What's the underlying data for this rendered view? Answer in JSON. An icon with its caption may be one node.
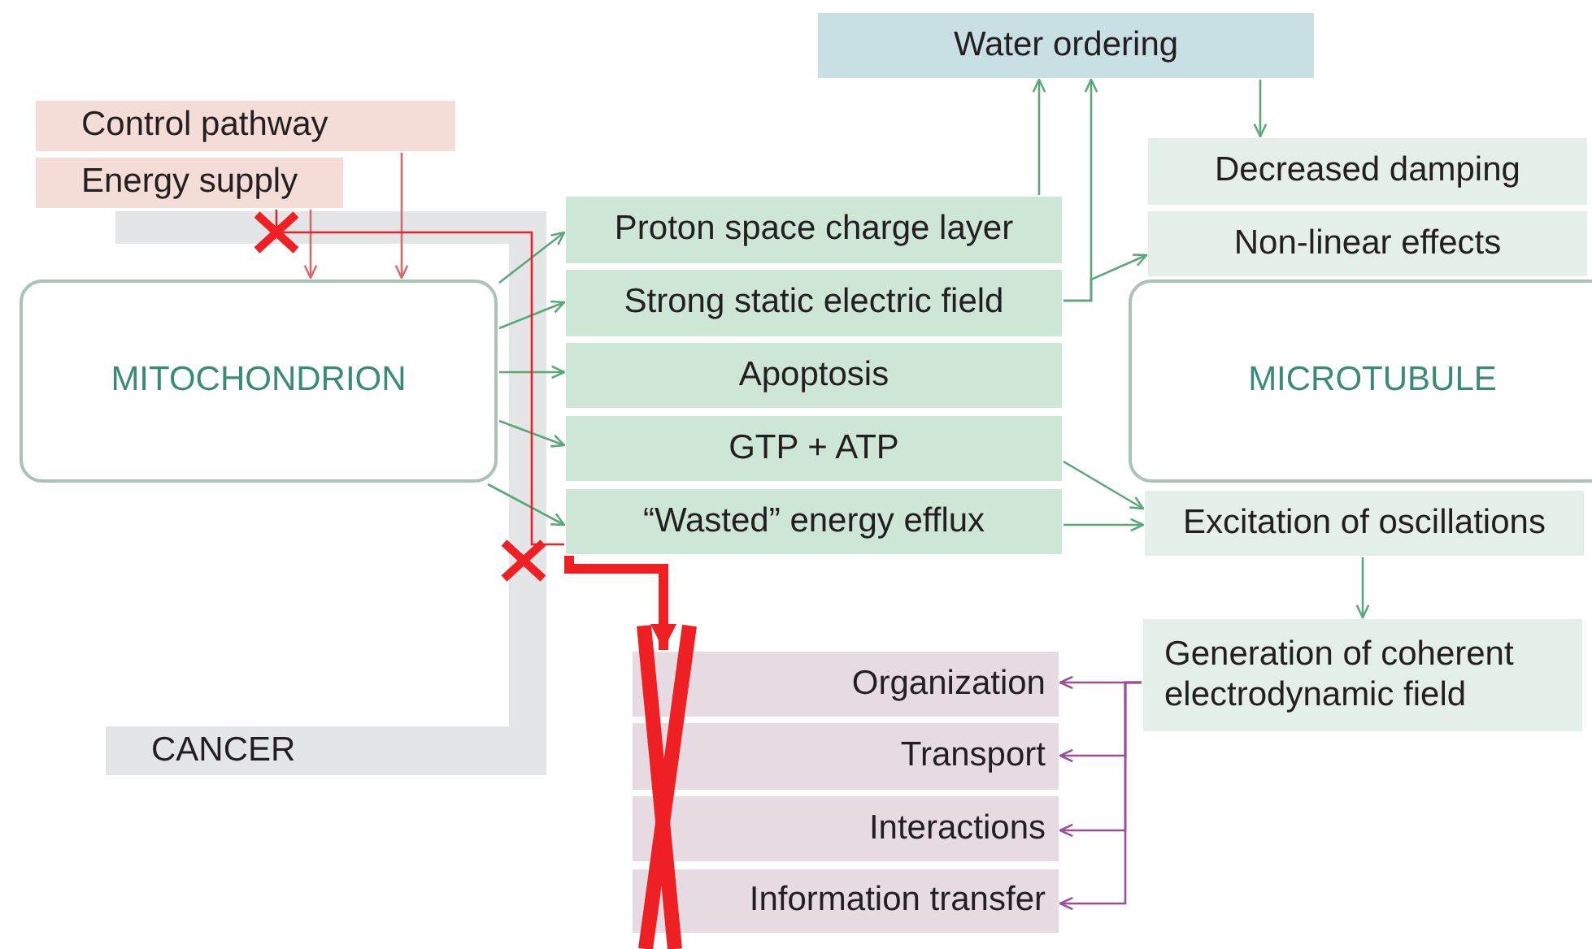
{
  "diagram": {
    "nodes": [
      {
        "text": [
          "Control pathway"
        ]
      },
      {
        "text": [
          "Energy supply"
        ]
      },
      {
        "text": [
          "MITOCHONDRION"
        ]
      },
      {
        "text": [
          "CANCER"
        ]
      },
      {
        "text": [
          "Water ordering"
        ]
      },
      {
        "text": [
          "Proton space charge layer"
        ]
      },
      {
        "text": [
          "Strong static electric field"
        ]
      },
      {
        "text": [
          "Apoptosis"
        ]
      },
      {
        "text": [
          "GTP + ATP"
        ]
      },
      {
        "text": [
          "“Wasted” energy efflux"
        ]
      },
      {
        "text": [
          "Decreased damping"
        ]
      },
      {
        "text": [
          "Non-linear effects"
        ]
      },
      {
        "text": [
          "MICROTUBULE"
        ]
      },
      {
        "text": [
          "Excitation of oscillations"
        ]
      },
      {
        "text": [
          "Generation of coherent electrodynamic field"
        ]
      },
      {
        "text": [
          "Organization"
        ]
      },
      {
        "text": [
          "Transport"
        ]
      },
      {
        "text": [
          "Interactions"
        ]
      },
      {
        "text": [
          "Information transfer"
        ]
      }
    ],
    "edges": [
      {
        "from": 0,
        "to": 2,
        "arrow": "to",
        "color": "#d46a6a"
      },
      {
        "from": 1,
        "to": 2,
        "arrow": "to",
        "color": "#d46a6a"
      },
      {
        "from": 2,
        "to": 5,
        "arrow": "to"
      },
      {
        "from": 2,
        "to": 6,
        "arrow": "to"
      },
      {
        "from": 2,
        "to": 7,
        "arrow": "to"
      },
      {
        "from": 2,
        "to": 8,
        "arrow": "to"
      },
      {
        "from": 2,
        "to": 9,
        "arrow": "to"
      },
      {
        "from": 5,
        "to": 4,
        "arrow": "to"
      },
      {
        "from": 6,
        "to": 4,
        "arrow": "to"
      },
      {
        "from": 6,
        "to": 11,
        "arrow": "to"
      },
      {
        "from": 4,
        "to": 10,
        "arrow": "to"
      },
      {
        "from": 8,
        "to": 13,
        "arrow": "to"
      },
      {
        "from": 9,
        "to": 13,
        "arrow": "to"
      },
      {
        "from": 13,
        "to": 14,
        "arrow": "to"
      },
      {
        "from": 14,
        "to": 15,
        "arrow": "to",
        "color": "#9b4f96"
      },
      {
        "from": 14,
        "to": 16,
        "arrow": "to",
        "color": "#9b4f96"
      },
      {
        "from": 14,
        "to": 17,
        "arrow": "to",
        "color": "#9b4f96"
      },
      {
        "from": 14,
        "to": 18,
        "arrow": "to",
        "color": "#9b4f96"
      },
      {
        "from": 9,
        "to": 15,
        "arrow": "to",
        "style": "thick",
        "color": "#ee2024"
      },
      {
        "from": 1,
        "to": 9,
        "arrow": "none",
        "color": "#ee2024"
      }
    ]
  }
}
